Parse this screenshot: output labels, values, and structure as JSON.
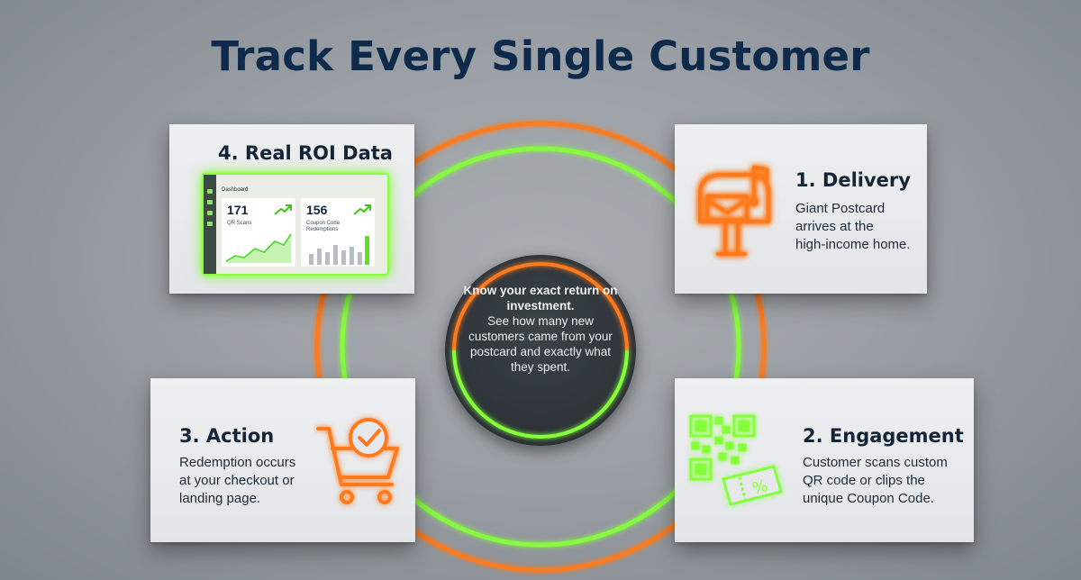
{
  "title": "Track Every Single Customer",
  "center": {
    "headline": "Know your exact return on investment.",
    "body": "See how many new customers came from your postcard and exactly what they spent."
  },
  "cards": {
    "delivery": {
      "title": "1. Delivery",
      "desc_lines": [
        "Giant Postcard",
        "arrives at the",
        "high-income home."
      ],
      "icon": "mailbox-icon"
    },
    "engagement": {
      "title": "2. Engagement",
      "desc_lines": [
        "Customer scans custom",
        "QR code or clips the",
        "unique Coupon Code."
      ],
      "icon": "qr-coupon-icon"
    },
    "action": {
      "title": "3. Action",
      "desc_lines": [
        "Redemption occurs",
        "at your checkout or",
        "landing page."
      ],
      "icon": "shopping-cart-check-icon"
    },
    "roi": {
      "title": "4. Real ROI Data",
      "dashboard": {
        "header": "Dashboard",
        "qr_value": "171",
        "qr_label": "QR Scans",
        "coupon_value": "156",
        "coupon_label": "Coupon Code Redemptions"
      }
    }
  },
  "colors": {
    "title": "#0d2a4a",
    "neon_green": "#7dff2e",
    "neon_orange": "#ff7a1a",
    "card": "#e6e8eb",
    "center": "#2e3439"
  }
}
